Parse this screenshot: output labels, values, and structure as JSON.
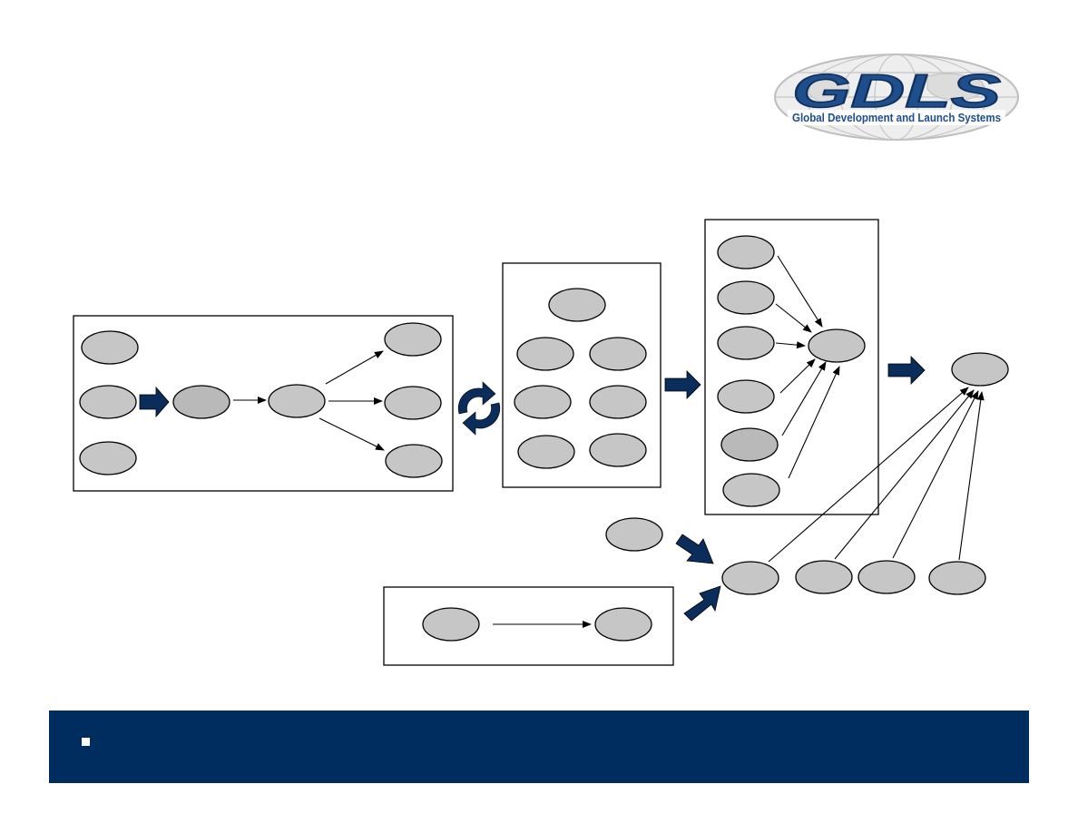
{
  "logo": {
    "wordmark": "GDLS",
    "tagline": "Global Development and Launch Systems",
    "colors": {
      "wordmark": "#1f4e8c",
      "globe": "#d7d7d7",
      "tagline": "#1f4e8c"
    }
  },
  "colors": {
    "footer_bar": "#002d5f",
    "node_fill": "#c6c6c6",
    "block_arrow": "#0b2d5c"
  },
  "diagram": {
    "boxes": [
      "box-left-process",
      "box-middle-grid",
      "box-right-inputs",
      "box-bottom-process"
    ],
    "node_labels": [],
    "icons": [
      "block-arrow-icon",
      "refresh-cycle-icon"
    ]
  },
  "footer": {
    "bullet_text": ""
  }
}
